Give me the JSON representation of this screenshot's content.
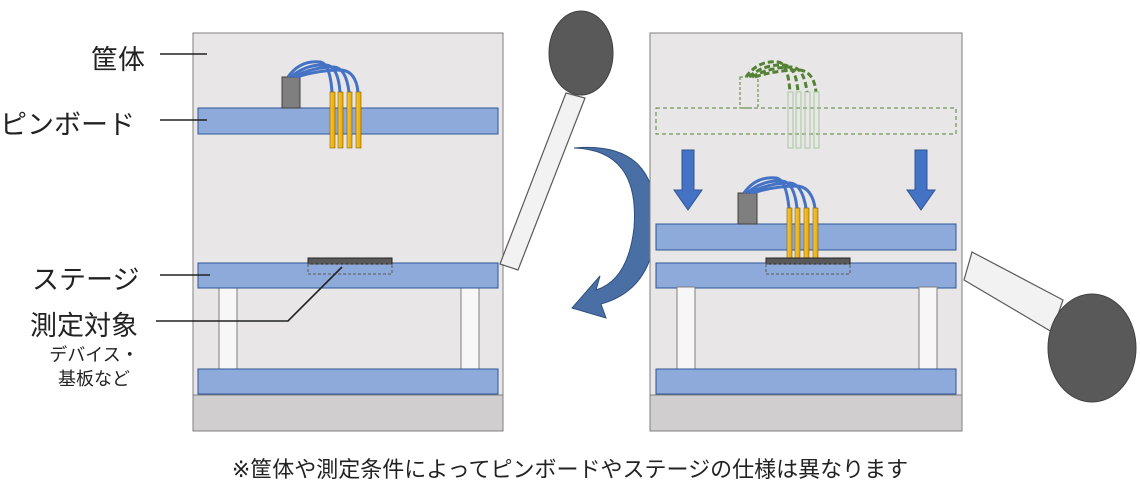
{
  "labels": {
    "housing": "筐体",
    "pin_board": "ピンボード",
    "stage": "ステージ",
    "target": "測定対象",
    "target_sub_1": "デバイス・",
    "target_sub_2": "基板など"
  },
  "footnote": "※筐体や測定条件によってピンボードやステージの仕様は異なります",
  "colors": {
    "housing": "#e8e6e6",
    "board": "#8eaadb",
    "base": "#d0cece",
    "pins": "#f4b400",
    "wires": "#4472c4",
    "ghost": "#548235",
    "arrow": "#4a6fa5",
    "lever_knob": "#595959"
  },
  "icons": {
    "rotate": "curved-arrow-icon",
    "down": "down-arrow-icon"
  }
}
